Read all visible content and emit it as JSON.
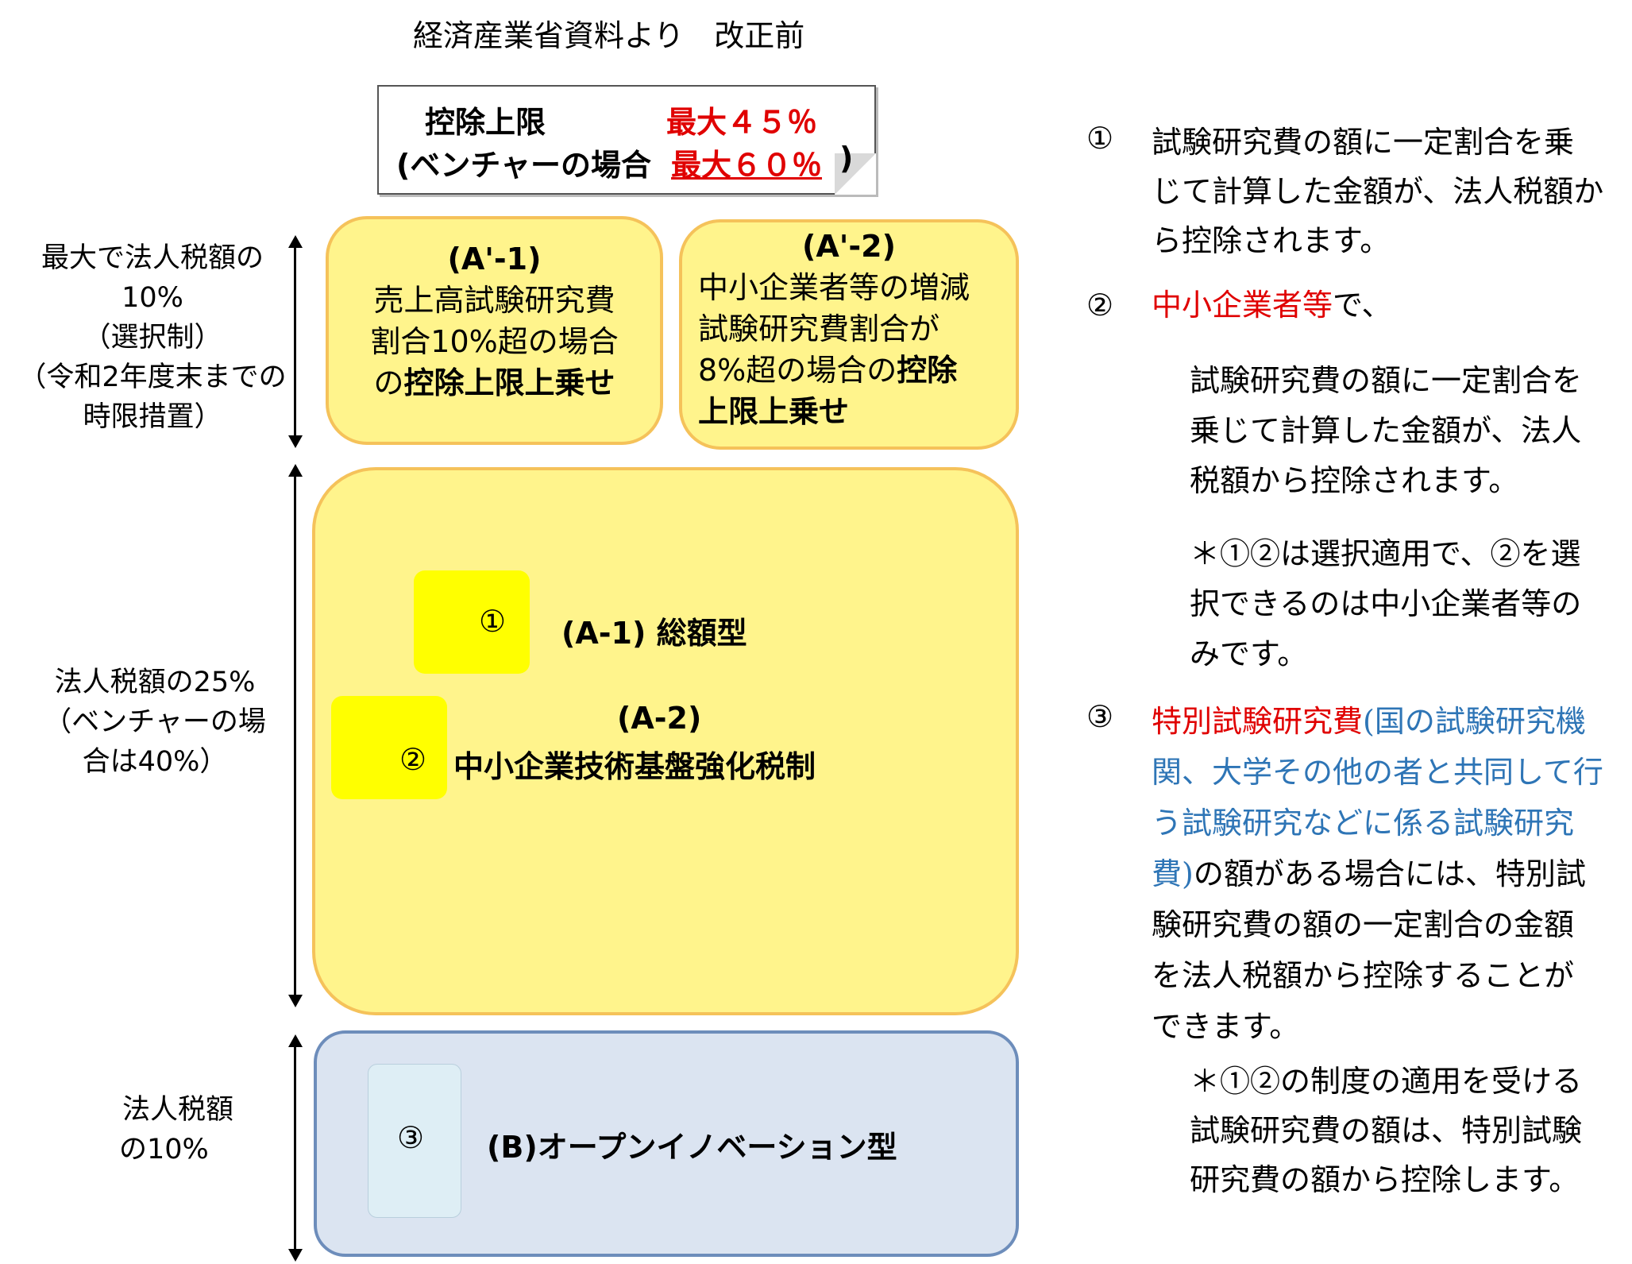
{
  "title": "経済産業省資料より　改正前",
  "limit_box": {
    "line1_label": "控除上限",
    "line1_value": "最大４５％",
    "line2_label": "(ベンチャーの場合",
    "line2_value": "最大６０％",
    "line2_close": ")"
  },
  "left_labels": {
    "top": [
      "最大で法人税額の",
      "10%",
      "（選択制）",
      "（令和2年度末までの",
      "時限措置）"
    ],
    "middle": [
      "法人税額の25%",
      "（ベンチャーの場",
      "合は40%）"
    ],
    "bottom": [
      "法人税額",
      "の10%"
    ]
  },
  "box_a1p": {
    "head": "(A'-1)",
    "line1": "売上高試験研究費",
    "line2": "割合10%超の場合",
    "line3_pre": "の",
    "line3_bold": "控除上限上乗せ"
  },
  "box_a2p": {
    "head": "(A'-2)",
    "line1": "中小企業者等の増減",
    "line2": "試験研究費割合が",
    "line3_pre": "8%超の場合の",
    "line3_bold": "控除",
    "line4_bold": "上限上乗せ"
  },
  "main_box": {
    "badge1": "①",
    "a1_label": "(A-1) 総額型",
    "badge2": "②",
    "a2_head": "(A-2)",
    "a2_label": "中小企業技術基盤強化税制"
  },
  "open_box": {
    "badge3": "③",
    "label": "(B)オープンイノベーション型"
  },
  "right": {
    "item1": {
      "marker": "①",
      "lines": [
        "試験研究費の額に一定割合を乗",
        "じて計算した金額が、法人税額か",
        "ら控除されます。"
      ]
    },
    "item2": {
      "marker": "②",
      "head_red": "中小企業者等",
      "head_rest": "で、",
      "body": [
        "試験研究費の額に一定割合を",
        "乗じて計算した金額が、法人",
        "税額から控除されます。"
      ],
      "note": [
        "＊①②は選択適用で、②を選",
        "択できるのは中小企業者等の",
        "みです。"
      ]
    },
    "item3": {
      "marker": "③",
      "red": "特別試験研究費",
      "blue1": "(国の試験研究機",
      "blue2": "関、大学その他の者と共同して行",
      "blue3": "う試験研究などに係る試験研究",
      "blue4": "費)",
      "rest4": "の額がある場合には、特別試",
      "lines": [
        "験研究費の額の一定割合の金額",
        "を法人税額から控除することが",
        "できます。"
      ],
      "note": [
        "＊①②の制度の適用を受ける",
        "試験研究費の額は、特別試験",
        "研究費の額から控除します。"
      ]
    }
  },
  "colors": {
    "yellow_fill": "#fff48c",
    "yellow_border": "#f5c25a",
    "badge_yellow": "#ffff00",
    "blue_fill": "#dbe4f1",
    "blue_border": "#6d8dbb",
    "red": "#e00000",
    "blue_text": "#2e75b6"
  }
}
